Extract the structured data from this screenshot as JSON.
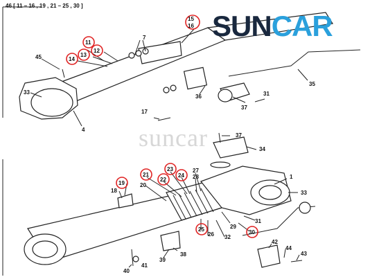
{
  "header": {
    "kit_text": "46 [ 11 – 16 , 19 , 21 – 25 , 30 ]"
  },
  "brand": {
    "logo_part1": "SUN",
    "logo_part2": "CAR",
    "watermark": "suncar"
  },
  "colors": {
    "highlight": "#e02323",
    "logo_dark": "#19283e",
    "logo_blue": "#2aa0dc"
  },
  "upper_labels": {
    "p15": "15",
    "p16": "16",
    "p11": "11",
    "p12": "12",
    "p13": "13",
    "p14": "14",
    "p7": "7",
    "p45": "45",
    "p33": "33",
    "p4": "4",
    "p36": "36",
    "p37": "37",
    "p35": "35",
    "p17": "17",
    "p31": "31"
  },
  "lower_labels": {
    "p37": "37",
    "p34": "34",
    "p1": "1",
    "p33": "33",
    "p27": "27",
    "p28": "28",
    "p23": "23",
    "p24": "24",
    "p21": "21",
    "p22": "22",
    "p19": "19",
    "p18": "18",
    "p20": "20",
    "p29": "29",
    "p31": "31",
    "p30": "30",
    "p25": "25",
    "p26": "26",
    "p32": "32",
    "p42": "42",
    "p44": "44",
    "p43": "43",
    "p40": "40",
    "p41": "41",
    "p39": "39",
    "p38": "38"
  }
}
